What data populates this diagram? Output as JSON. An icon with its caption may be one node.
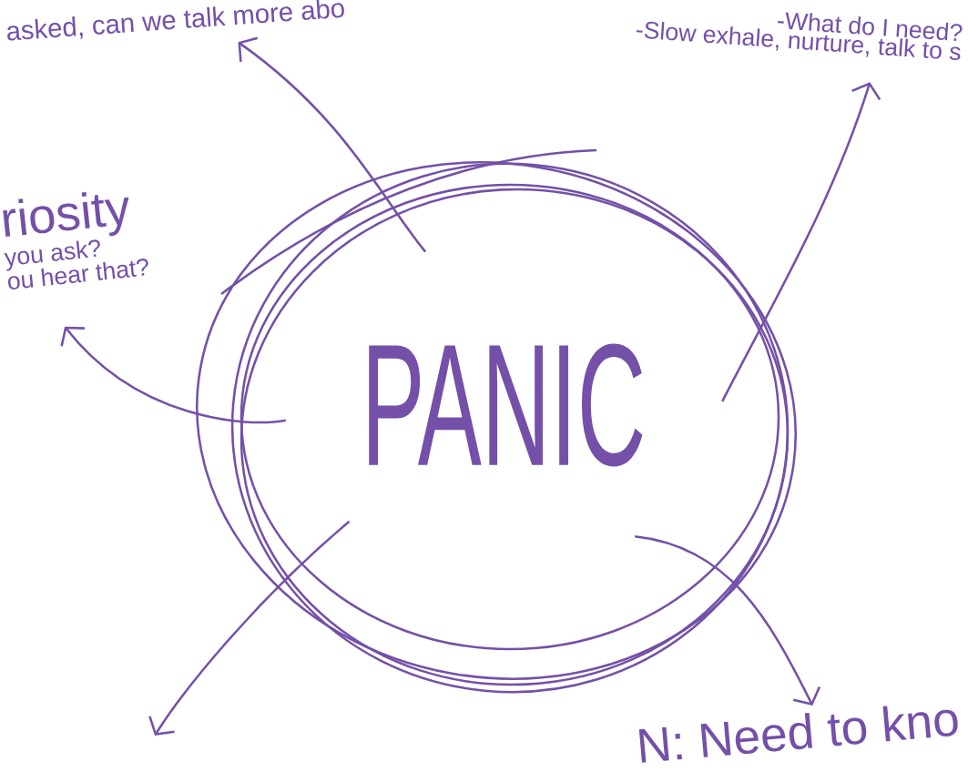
{
  "diagram": {
    "nodes": [
      {
        "text": [
          "PANIC"
        ]
      },
      {
        "text": [
          "asked, can we talk more abo"
        ]
      },
      {
        "text": [
          "-What do I need?",
          "-Slow exhale, nurture, talk to s"
        ]
      },
      {
        "text": [
          "riosity",
          "you ask?",
          "ou hear that?"
        ]
      },
      {
        "text": [
          "N: Need to kno"
        ]
      }
    ],
    "edges": [
      {
        "from": 0,
        "to": 1,
        "arrow": "to"
      },
      {
        "from": 0,
        "to": 2,
        "arrow": "to"
      },
      {
        "from": 0,
        "to": 3,
        "arrow": "to"
      },
      {
        "from": 0,
        "to": null,
        "arrow": "to"
      },
      {
        "from": 0,
        "to": 4,
        "arrow": "to"
      }
    ]
  }
}
